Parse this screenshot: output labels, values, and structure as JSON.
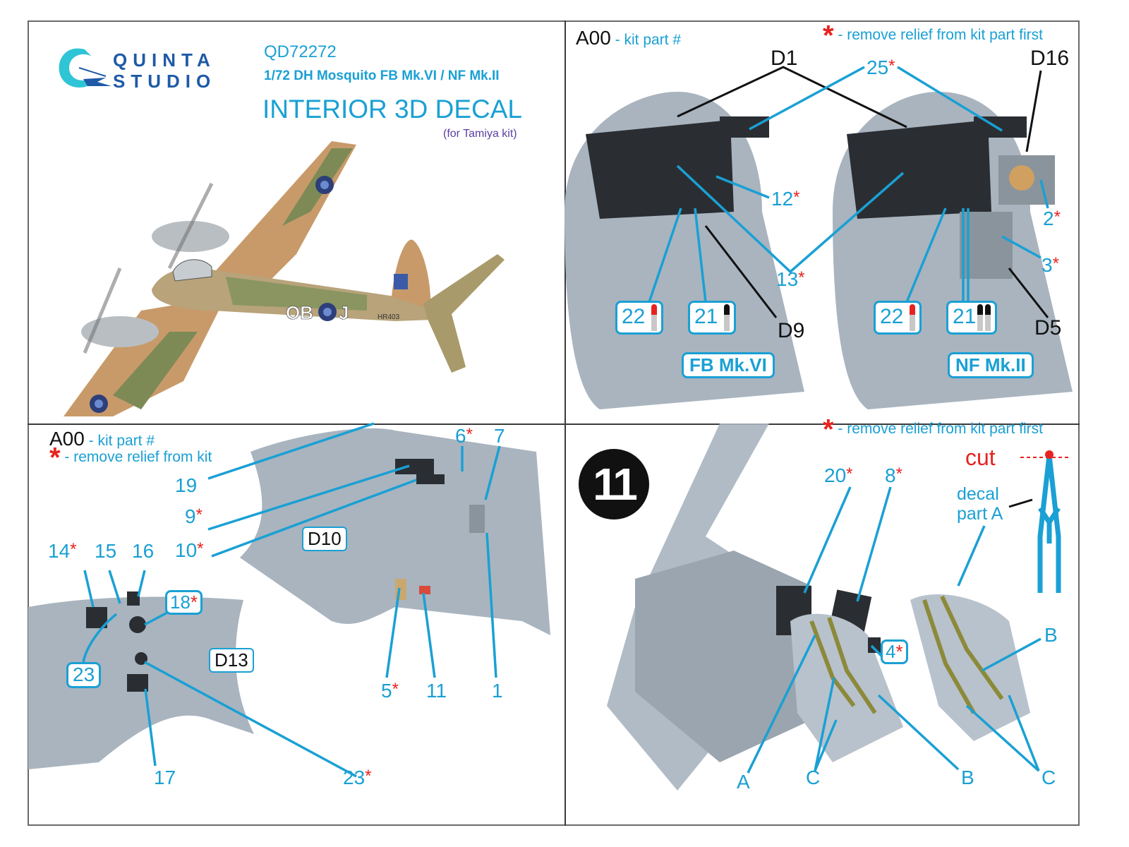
{
  "brand": {
    "logo_line1": "QUINTA",
    "logo_line2": "STUDIO",
    "colors": {
      "accent": "#1aa0d4",
      "logo_blue": "#1f5aa6",
      "logo_teal": "#2fc4d6",
      "warning_red": "#e8231f",
      "kit_label": "#5a3fa0",
      "part_gray": "#a9b4bf"
    }
  },
  "header": {
    "product_code": "QD72272",
    "subtitle": "1/72 DH Mosquito FB Mk.VI / NF Mk.II",
    "title": "INTERIOR 3D DECAL",
    "kit_note": "(for Tamiya kit)"
  },
  "illustration": {
    "aircraft_code": "OB",
    "aircraft_letter": "J",
    "serial": "HR403"
  },
  "legend": {
    "kit_part_code": "A00",
    "kit_part_text": "- kit part #",
    "star": "*",
    "remove_relief_first": "- remove relief from kit part first",
    "remove_relief_short": "- remove relief from kit"
  },
  "panel_top_right": {
    "kit_parts": {
      "d1": "D1",
      "d16": "D16",
      "d9": "D9",
      "d5": "D5"
    },
    "callouts": {
      "c25": "25",
      "c12": "12",
      "c13": "13",
      "c2": "2",
      "c3": "3"
    },
    "boxed": {
      "fb22": "22",
      "fb21": "21",
      "nf22": "22",
      "nf21": "21"
    },
    "variants": {
      "fb": "FB Mk.VI",
      "nf": "NF Mk.II"
    }
  },
  "panel_bottom_left": {
    "kit_parts": {
      "d10": "D10",
      "d13": "D13"
    },
    "callouts": {
      "c19": "19",
      "c9": "9",
      "c10": "10",
      "c6": "6",
      "c7": "7",
      "c14": "14",
      "c15": "15",
      "c16": "16",
      "c18": "18",
      "c23a": "23",
      "c17": "17",
      "c23b": "23",
      "c5": "5",
      "c11": "11",
      "c1": "1"
    }
  },
  "panel_bottom_right": {
    "step_number": "11",
    "cut_label": "cut",
    "decal_part_label_1": "decal",
    "decal_part_label_2": "part A",
    "callouts": {
      "c20": "20",
      "c8": "8",
      "c4": "4",
      "a": "A",
      "b1": "B",
      "b2": "B",
      "c1": "C",
      "c2": "C"
    }
  }
}
